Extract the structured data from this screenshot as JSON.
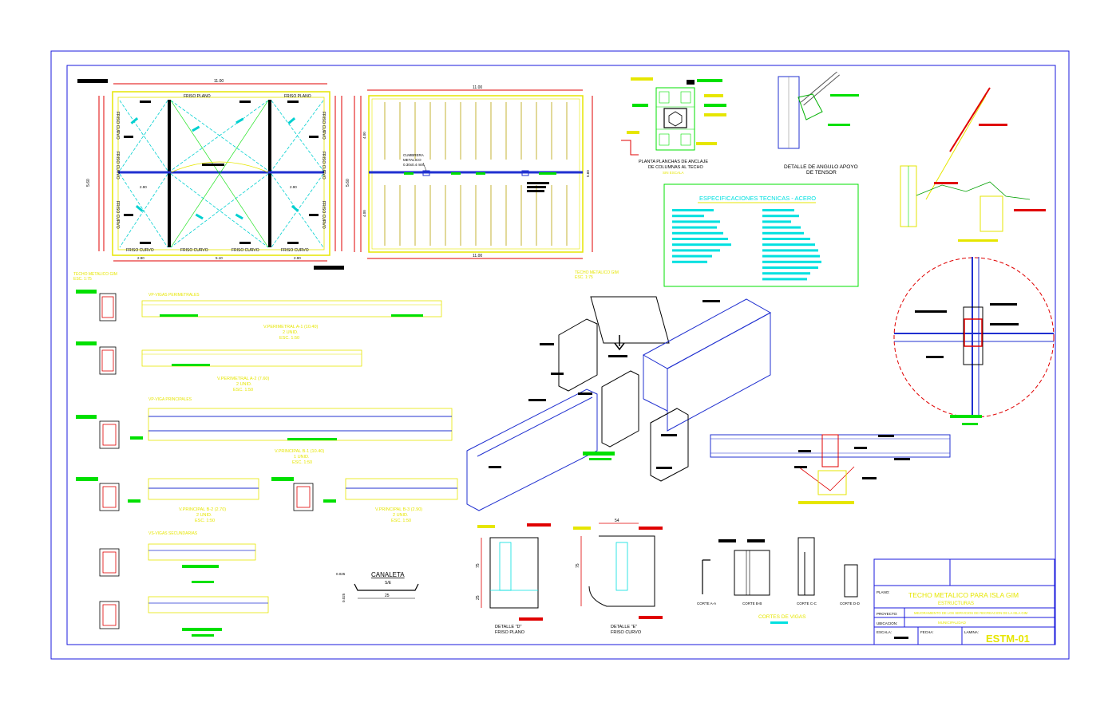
{
  "colors": {
    "frame": "#1a1adc",
    "red": "#e00000",
    "yellow": "#e6e600",
    "green": "#00e000",
    "cyan": "#00e0e0",
    "magenta": "#b000e0",
    "blue": "#2030d0",
    "black": "#000000",
    "gray": "#7a7a7a"
  },
  "plan1": {
    "dim_top": "11.00",
    "dim_left": "5.60",
    "dim_right": "5.60",
    "friso_top_left": "FRISO PLANO",
    "friso_top_right": "FRISO PLANO",
    "friso_bottom": [
      "FRISO CURVO",
      "FRISO CURVO",
      "FRISO CURVO",
      "FRISO CURVO"
    ],
    "friso_side_left": [
      "FRISO CURVO",
      "FRISO CURVO",
      "FRISO CURVO"
    ],
    "friso_side_right": [
      "FRISO CURVO",
      "FRISO CURVO",
      "FRISO CURVO"
    ],
    "span_mid": [
      "2.90",
      "2.90"
    ],
    "dims_bottom": [
      "2.90",
      "5.10",
      "2.90"
    ],
    "title": "TECHO METALICO GIM",
    "scale": "ESC. 1:75"
  },
  "plan2": {
    "dim_top": "11.00",
    "dim_bottom": "11.00",
    "dim_left_top": "4.00",
    "dim_left_bottom": "4.00",
    "dim_right": "5.60",
    "note_line1": "CUMBRERA",
    "note_line2": "METALICO",
    "note_line3": "0.30x0.4 mts.",
    "title": "TECHO METALICO GIM",
    "scale": "ESC. 1:75"
  },
  "plate_detail": {
    "title_line1": "PLANTA PLANCHAS DE ANCLAJE",
    "title_line2": "DE COLUMNAS AL TECHO",
    "scale": "SIN ESCALA"
  },
  "tensor_detail": {
    "title_line1": "DETALLE DE ANGULO APOYO",
    "title_line2": "DE TENSOR"
  },
  "specs": {
    "title": "ESPECIFICACIONES TECNICAS - ACERO"
  },
  "beams": {
    "perimetrales_header": "VP-VIGAS PERIMETRALES",
    "vp_a1_line1": "V.PERIMETRAL A-1 (10.40)",
    "vp_a1_line2": "2 UNID.",
    "vp_a1_line3": "ESC. 1:50",
    "vp_a2_line1": "V.PERIMETRAL A-2 (7.60)",
    "vp_a2_line2": "2 UNID.",
    "vp_a2_line3": "ESC. 1:50",
    "principales_header": "VP-VIGA PRINCIPALES",
    "vp_b1_line1": "V.PRINCIPAL B-1 (10.40)",
    "vp_b1_line2": "1 UNID.",
    "vp_b1_line3": "ESC. 1:50",
    "vp_b2_line1": "V.PRINCIPAL B-2 (2.70)",
    "vp_b2_line2": "2 UNID.",
    "vp_b2_line3": "ESC. 1:50",
    "vp_b3_line1": "V.PRINCIPAL B-3 (2.90)",
    "vp_b3_line2": "2 UNID.",
    "vp_b3_line3": "ESC. 1:50",
    "secundarias_header": "VS-VIGAS SECUNDARIAS"
  },
  "canaleta": {
    "title": "CANALETA",
    "scale": "S/E",
    "dim_w": "25",
    "dim_left": "0.025",
    "dim_h": "0.025"
  },
  "details": {
    "d1_line1": "DETALLE \"D\"",
    "d1_line2": "FRISO PLANO",
    "d2_line1": "DETALLE \"E\"",
    "d2_line2": "FRISO CURVO",
    "dim_54": "54",
    "dim_75": "75",
    "dim_25": "25"
  },
  "cortes": {
    "title": "CORTES DE VIGAS",
    "labels": [
      "CORTE A-A",
      "CORTE B-B",
      "CORTE C-C",
      "CORTE D-D"
    ]
  },
  "titleblock": {
    "plano_label": "PLANO:",
    "title": "TECHO METALICO PARA ISLA GIM",
    "subtitle": "ESTRUCTURAS",
    "proyecto_label": "PROYECTO:",
    "proyecto_value": "MEJORAMIENTO DE LOS SERVICIOS DE RECREACION DE LA ISLA GIM",
    "ubicacion_label": "UBICACION:",
    "ubicacion_value": "MUNICIPALIDAD",
    "escala_label": "ESCALA:",
    "fecha_label": "FECHA:",
    "lamina_label": "LAMINA:",
    "sheet_id": "ESTM-01"
  }
}
